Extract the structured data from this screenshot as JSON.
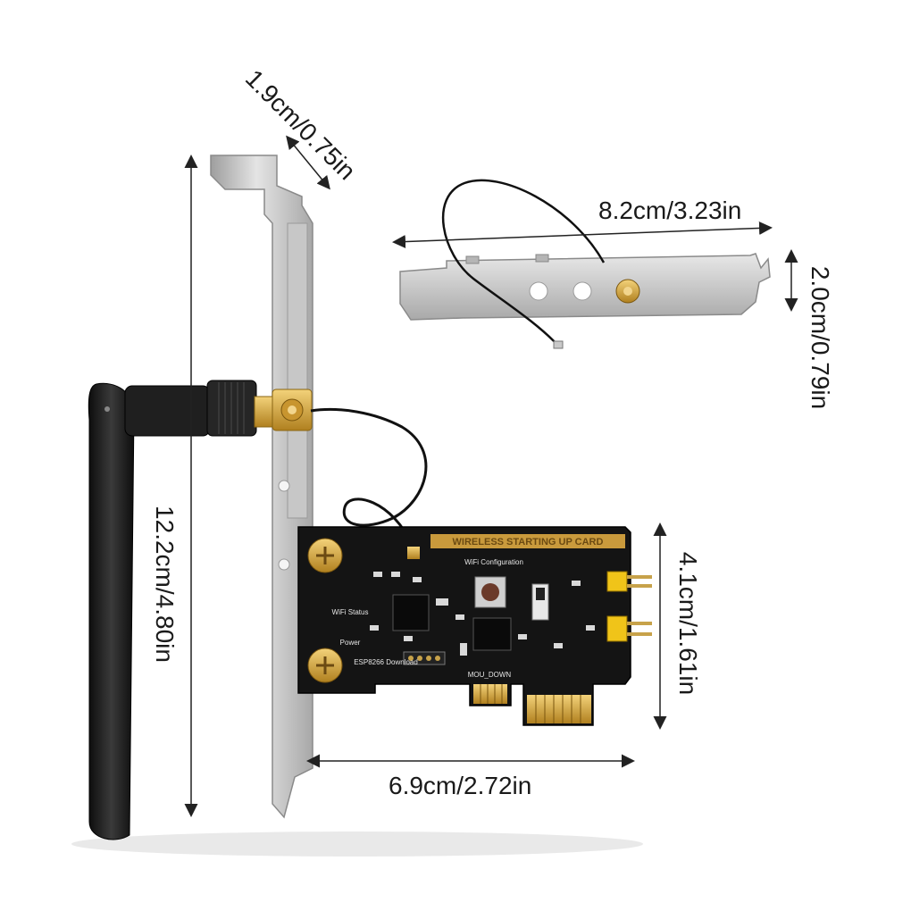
{
  "dimensions": {
    "bracket_width": "1.9cm/0.75in",
    "total_height": "12.2cm/4.80in",
    "low_profile_length": "8.2cm/3.23in",
    "low_profile_height": "2.0cm/0.79in",
    "card_height": "4.1cm/1.61in",
    "card_width": "6.9cm/2.72in"
  },
  "pcb_labels": {
    "banner": "WIRELESS STARTING UP CARD",
    "wifi_config": "WiFi Configuration",
    "wifi_status": "WiFi Status",
    "power": "Power",
    "esp_download": "ESP8266 Download",
    "mou_down": "MOU_DOWN"
  },
  "colors": {
    "pcb": "#141414",
    "bracket": "#c9c9c9",
    "gold": "#d4a53a",
    "antenna": "#1b1b1b",
    "dimension_line": "#222222"
  }
}
